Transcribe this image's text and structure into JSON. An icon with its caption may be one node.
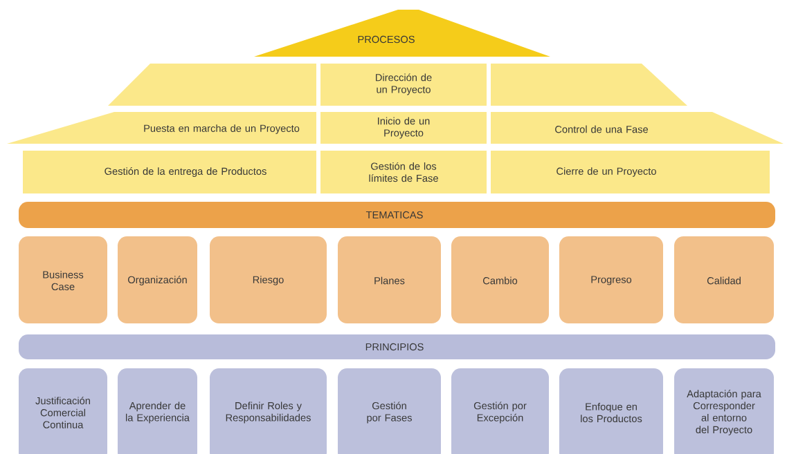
{
  "diagram": {
    "nodes": [
      {
        "text": [
          "PROCESOS"
        ]
      },
      {
        "text": [],
        "shape": "trapezoid"
      },
      {
        "text": [
          "Dirección de un Proyecto"
        ]
      },
      {
        "text": [],
        "shape": "trapezoid"
      },
      {
        "text": [
          "Puesta en marcha de un Proyecto"
        ]
      },
      {
        "text": [
          "Inicio de un Proyecto"
        ]
      },
      {
        "text": [
          "Control de una Fase"
        ]
      },
      {
        "text": [
          "Gestión de la entrega de Productos"
        ]
      },
      {
        "text": [
          "Gestión de los límites de Fase"
        ]
      },
      {
        "text": [
          "Cierre de un Proyecto"
        ]
      },
      {
        "text": [
          "TEMATICAS"
        ]
      },
      {
        "text": [
          "Business Case"
        ]
      },
      {
        "text": [
          "Organización"
        ]
      },
      {
        "text": [
          "Riesgo"
        ]
      },
      {
        "text": [
          "Planes"
        ]
      },
      {
        "text": [
          "Cambio"
        ]
      },
      {
        "text": [
          "Progreso"
        ]
      },
      {
        "text": [
          "Calidad"
        ]
      },
      {
        "text": [
          "PRINCIPIOS"
        ]
      },
      {
        "text": [
          "Justificación Comercial Continua"
        ]
      },
      {
        "text": [
          "Aprender de la Experiencia"
        ]
      },
      {
        "text": [
          "Definir Roles y Responsabilidades"
        ]
      },
      {
        "text": [
          "Gestión por Fases"
        ]
      },
      {
        "text": [
          "Gestión por Excepción"
        ]
      },
      {
        "text": [
          "Enfoque en los Productos"
        ]
      },
      {
        "text": [
          "Adaptación para Corresponder al entorno del Proyecto"
        ]
      }
    ]
  }
}
